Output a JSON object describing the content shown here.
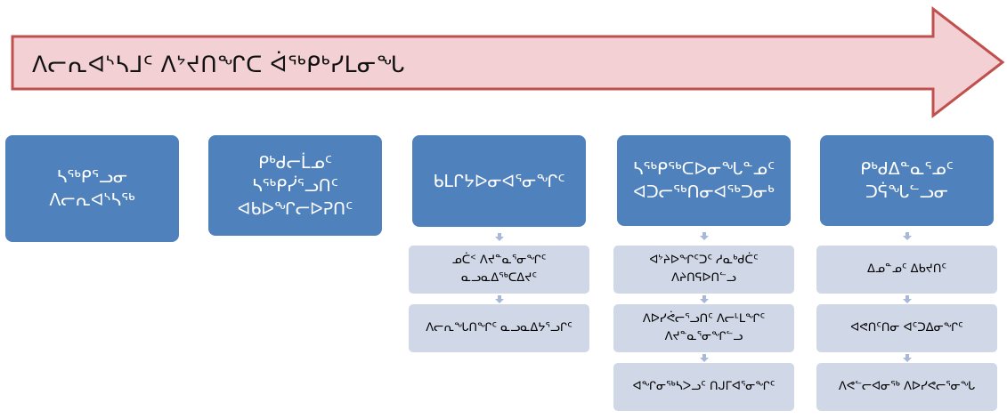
{
  "arrow": {
    "title": "ᐱᓕᕆᐊᔅᓴᒧᑦ ᐱᔾᔪᑎᖏᑕ ᐋᖅᑭᒃᓯᒪᓂᖓ",
    "fill": "#f2d0d3",
    "stroke": "#c0504d"
  },
  "colors": {
    "header": "#4f81bd",
    "subbox": "#d0d8e8",
    "connector": "#a8b8d8"
  },
  "columns": [
    {
      "header": [
        "ᓴᖅᑭᕐᓗᓂ",
        "ᐱᓕᕆᐊᔅᓴᖅ"
      ],
      "items": []
    },
    {
      "header": [
        "ᑭᒃᑯᓕᒫᓄᑦ",
        "ᓴᖅᑭᓰᕐᓗᑎᑦ",
        "ᐊᑲᐅᖏᓕᐅᕈᑎᑦ"
      ],
      "items": []
    },
    {
      "header": [
        "ᑲᒪᒋᔭᐅᓂᐊᕐᓂᖏᑦ"
      ],
      "items": [
        [
          "ᓄᑖᑉ ᐱᔪᓐᓇᕐᓂᖏᑦ",
          "ᓇᓗᓇᐃᖅᑕᐃᔪᑦ"
        ],
        [
          "ᐱᓕᕆᖓᑎᖏᑦ ᓇᓗᓇᐃᔭᕐᓗᒋᑦ"
        ]
      ]
    },
    {
      "header": [
        "ᓴᖅᑭᖅᑕᐅᓂᖓᓐᓄᑦ",
        "ᐊᑐᓕᖅᑎᓂᐊᖅᑐᓂᒃ"
      ],
      "items": [
        [
          "ᐊᔾᔨᐅᖏᑦᑐᑦ ᓱᓇᒃᑯᑖᑦ",
          "ᐱᔨᑎᕋᐅᑎᓪᓗ"
        ],
        [
          "ᐱᐅᓯᕚᓕᕐᓗᑎᑦ ᐱᓕᒻᒪᖏᑦ",
          "ᐱᔪᓐᓇᕐᓂᖏᓪᓗ"
        ],
        [
          "ᐊᖏᓂᖅᓴᐳᓗᑦ ᑎᒍᒥᐊᕐᓂᖏᑦ"
        ]
      ]
    },
    {
      "header": [
        "ᑭᒃᑯᐃᓐᓇᕐᓄᑦ",
        "ᑐᕌᖓᓪᓗᓂ"
      ],
      "items": [
        [
          "ᐃᓄᓐᓄᑦ ᐃᑲᔪᑎᑦ"
        ],
        [
          "ᐊᕙᑎᑦᑎᓂ ᐊᑦᑐᐃᓂᖏᑦ"
        ],
        [
          "ᐱᕙᓪᓕᐊᓂᖅ ᐱᐅᓯᕙᓕᕐᓂᖓ"
        ]
      ]
    }
  ]
}
